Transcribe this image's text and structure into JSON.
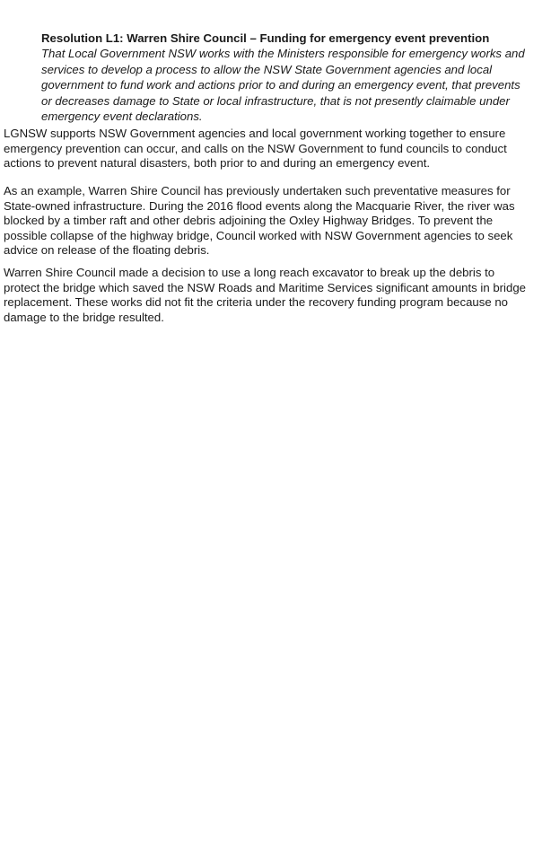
{
  "resolution": {
    "title": "Resolution L1: Warren Shire Council – Funding for emergency event prevention",
    "body": "That Local Government NSW works with the Ministers responsible for emergency works and services to develop a process to allow the NSW State Government agencies and local government to fund work and actions prior to and during an emergency event, that prevents or decreases damage to State or local infrastructure, that is not presently claimable under emergency event declarations."
  },
  "paragraphs": [
    "LGNSW supports NSW Government agencies and local government working together to ensure emergency prevention can occur, and calls on the NSW Government to fund councils to conduct actions to prevent natural disasters, both prior to and during an emergency event.",
    "As an example, Warren Shire Council has previously undertaken such preventative measures for State-owned infrastructure. During the 2016 flood events along the Macquarie River, the river was blocked by a timber raft and other debris adjoining the Oxley Highway Bridges. To prevent the possible collapse of the highway bridge, Council worked with NSW Government agencies to seek advice on release of the floating debris.",
    "Warren Shire Council made a decision to use a long reach excavator to break up the debris to protect the bridge which saved the NSW Roads and Maritime Services significant amounts in bridge replacement. These works did not fit the criteria under the recovery funding program because no damage to the bridge resulted."
  ]
}
